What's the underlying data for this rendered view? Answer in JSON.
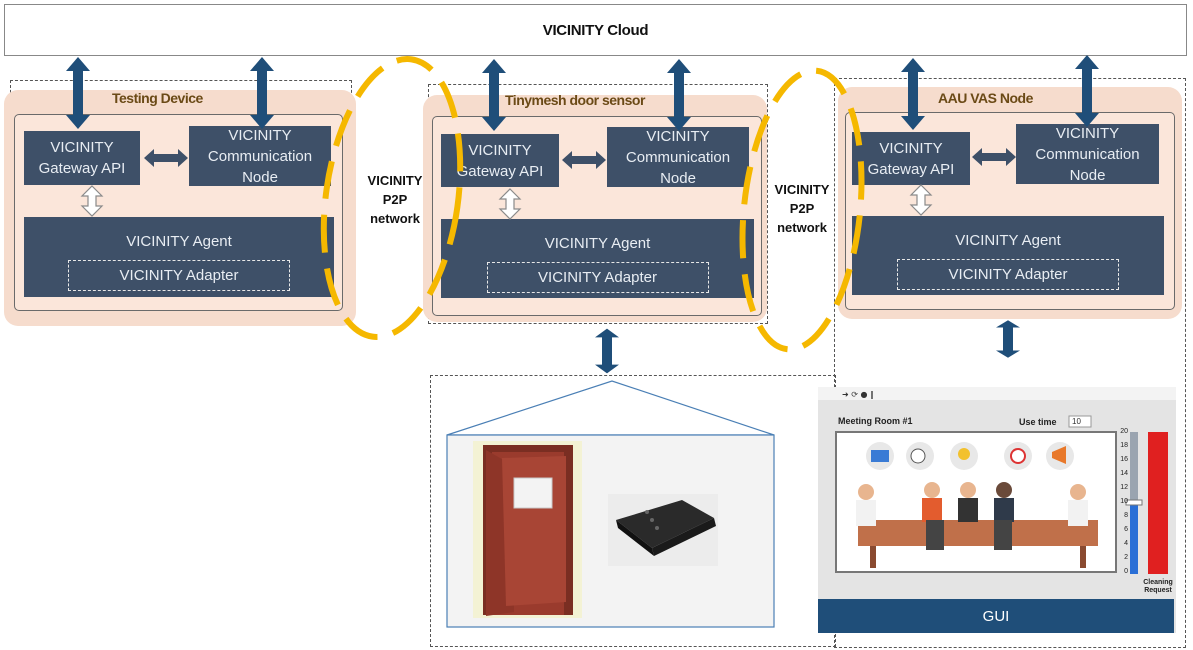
{
  "cloud": {
    "label": "VICINITY Cloud"
  },
  "nodes": [
    {
      "title": "Testing Device",
      "gateway": "VICINITY Gateway API",
      "comm": "VICINITY Communication Node",
      "agent": "VICINITY Agent",
      "adapter": "VICINITY Adapter"
    },
    {
      "title": "Tinymesh door sensor",
      "gateway": "VICINITY Gateway API",
      "comm": "VICINITY Communication Node",
      "agent": "VICINITY Agent",
      "adapter": "VICINITY Adapter"
    },
    {
      "title": "AAU VAS Node",
      "gateway": "VICINITY Gateway API",
      "comm": "VICINITY Communication Node",
      "agent": "VICINITY Agent",
      "adapter": "VICINITY Adapter"
    }
  ],
  "p2p": [
    {
      "line1": "VICINITY",
      "line2": "P2P",
      "line3": "network"
    },
    {
      "line1": "VICINITY",
      "line2": "P2P",
      "line3": "network"
    }
  ],
  "gui": {
    "label": "GUI",
    "room_title": "Meeting Room #1",
    "use_time_label": "Use time",
    "use_time_value": "10",
    "cleaning_label_1": "Cleaning",
    "cleaning_label_2": "Request",
    "scale_ticks": [
      "20",
      "18",
      "16",
      "14",
      "12",
      "10",
      "8",
      "6",
      "4",
      "2",
      "0"
    ],
    "slider_value": 10
  },
  "colors": {
    "node_box": "#3e5068",
    "peach": "#f6dccd",
    "arrow": "#1f4e79",
    "p2p_ring": "#f5b800",
    "gui_bar": "#1f4e79"
  }
}
